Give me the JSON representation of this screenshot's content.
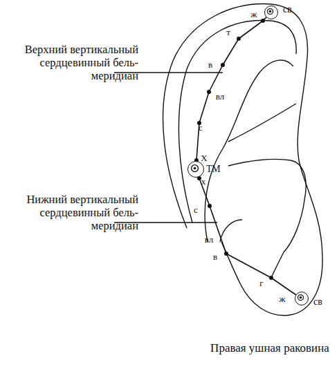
{
  "diagram": {
    "caption": "Правая ушная раковина",
    "nodes": [
      {
        "text": [
          "св"
        ]
      },
      {
        "text": [
          "ТМ"
        ]
      },
      {
        "text": [
          "св"
        ]
      }
    ],
    "edges": [
      {
        "from": 0,
        "to": 1,
        "arrow": "none"
      },
      {
        "from": 1,
        "to": 2,
        "arrow": "none"
      }
    ],
    "labels": [
      "Верхний вертикальный сердцевинный бель-меридиан",
      "ж",
      "т",
      "в",
      "вл",
      "с",
      "Х",
      "х",
      "с",
      "Нижний вертикальный сердцевинный бель-меридиан",
      "вл",
      "в",
      "г",
      "ж"
    ]
  }
}
